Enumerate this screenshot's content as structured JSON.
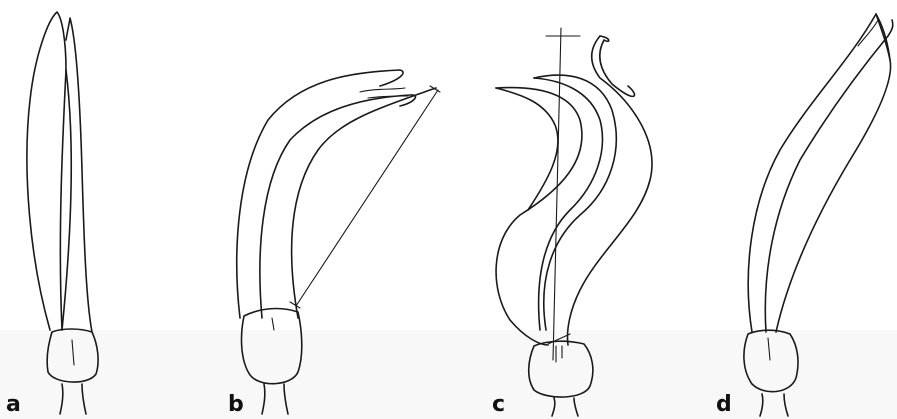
{
  "figure": {
    "panels": [
      {
        "id": "a",
        "label": "a"
      },
      {
        "id": "b",
        "label": "b"
      },
      {
        "id": "c",
        "label": "c"
      },
      {
        "id": "d",
        "label": "d"
      }
    ]
  }
}
